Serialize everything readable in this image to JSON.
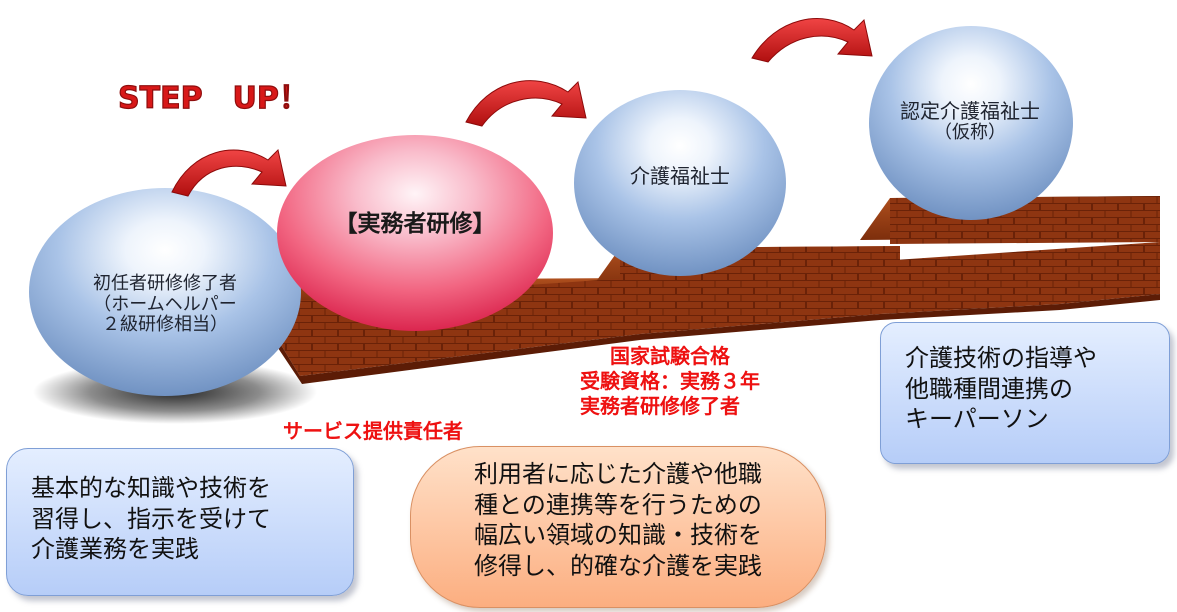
{
  "headline": "STEP　UP！",
  "steps": [
    {
      "lines": [
        "初任者研修修了者",
        "（ホームヘルパー",
        "２級研修相当）"
      ]
    },
    {
      "lines": [
        "【実務者研修】"
      ]
    },
    {
      "lines": [
        "介護福祉士"
      ]
    },
    {
      "lines": [
        "認定介護福祉士",
        "（仮称）"
      ]
    }
  ],
  "annotations": {
    "service_manager": "サービス提供責任者",
    "exam_conditions": [
      "国家試験合格",
      "受験資格：実務３年",
      "実務者研修修了者"
    ]
  },
  "descriptions": {
    "basic": [
      "基本的な知識や技術を",
      "習得し、指示を受けて",
      "介護業務を実践"
    ],
    "practitioner": [
      "利用者に応じた介護や他職",
      "種との連携等を行うための",
      "幅広い領域の知識・技術を",
      "修得し、的確な介護を実践"
    ],
    "certified": [
      "介護技術の指導や",
      "他職種間連携の",
      "キーパーソン"
    ]
  },
  "colors": {
    "headline": "#d81818",
    "arrow": "#d81818",
    "brick": "#8e3511",
    "red_text": "#ee1111",
    "blue_circle": "#8aaad6",
    "pink_circle": "#f26682"
  }
}
